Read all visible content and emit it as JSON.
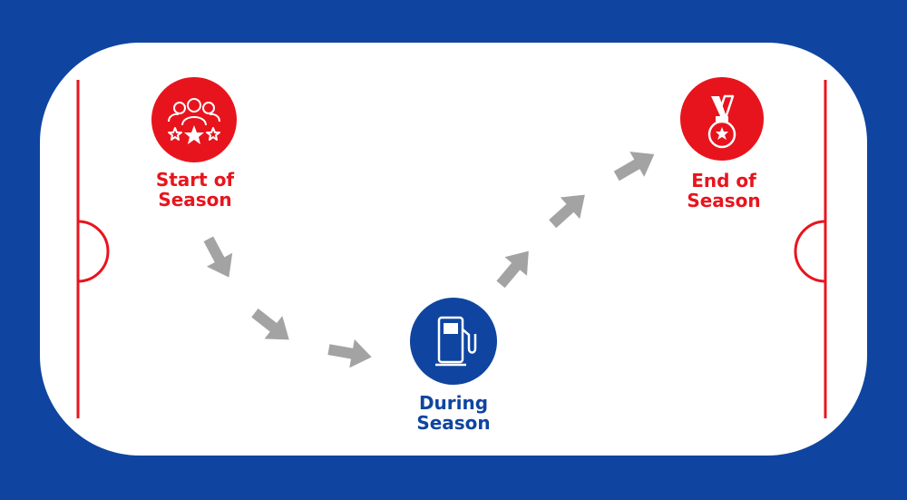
{
  "colors": {
    "background": "#0f45a0",
    "rink": "#ffffff",
    "rink_lines": "#e8141d",
    "start_circle": "#e8141d",
    "during_circle": "#0f45a0",
    "end_circle": "#e8141d",
    "arrows": "#a3a3a3",
    "icon_stroke": "#ffffff"
  },
  "stages": {
    "start": {
      "line1": "Start of",
      "line2": "Season",
      "icon": "team-stars-icon"
    },
    "during": {
      "line1": "During",
      "line2": "Season",
      "icon": "fuel-pump-icon"
    },
    "end": {
      "line1": "End of",
      "line2": "Season",
      "icon": "medal-icon"
    }
  }
}
